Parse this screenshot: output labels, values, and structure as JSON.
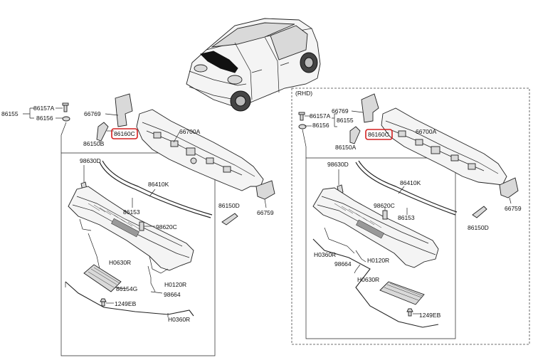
{
  "rhd_label": "(RHD)",
  "lhd": {
    "labels": {
      "p86155": "86155",
      "p86157a": "86157A",
      "p86156": "86156",
      "p66769": "66769",
      "p86160c": "86160C",
      "p86150b": "86150B",
      "p66700a": "66700A",
      "p98630d": "98630D",
      "p86410k": "86410K",
      "p86153": "86153",
      "p86150d": "86150D",
      "p66759": "66759",
      "p98620c": "98620C",
      "ph0630r": "H0630R",
      "ph0120r": "H0120R",
      "p86154g": "86154G",
      "p98664": "98664",
      "p1249eb": "1249EB",
      "ph0360r": "H0360R"
    }
  },
  "rhd": {
    "labels": {
      "p66769": "66769",
      "p86157a": "86157A",
      "p86155": "86155",
      "p86156": "86156",
      "p86160c": "86160C",
      "p66700a": "66700A",
      "p86150a": "86150A",
      "p98630d": "98630D",
      "p86410k": "86410K",
      "p98620c": "98620C",
      "p86153": "86153",
      "p66759": "66759",
      "p86150d": "86150D",
      "ph0360r": "H0360R",
      "p98664": "98664",
      "ph0120r": "H0120R",
      "ph0630r": "H0630R",
      "p1249eb": "1249EB"
    }
  },
  "highlight_color": "#d32020"
}
